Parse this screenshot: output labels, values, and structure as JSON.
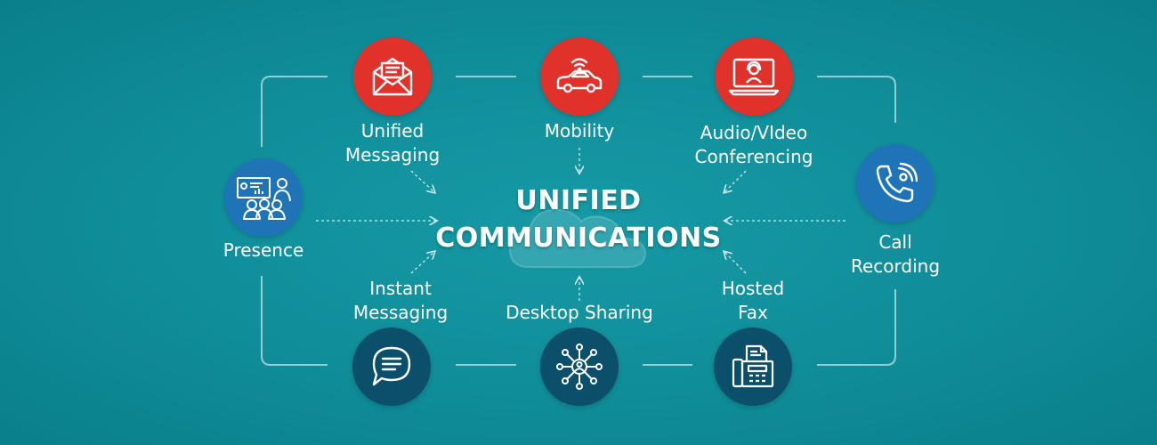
{
  "title": {
    "line1": "UNIFIED",
    "line2": "COMMUNICATIONS"
  },
  "colors": {
    "background": "#0e8a96",
    "red_node": "#e0312b",
    "blue_node": "#1f74b8",
    "dark_node": "#0c4f6b",
    "lines": "#bfe3e6"
  },
  "features": {
    "unified_messaging": {
      "line1": "Unified",
      "line2": "Messaging",
      "icon": "envelope-icon"
    },
    "mobility": {
      "line1": "Mobility",
      "icon": "car-wireless-icon"
    },
    "audio_video_conferencing": {
      "line1": "Audio/VIdeo",
      "line2": "Conferencing",
      "icon": "laptop-headset-icon"
    },
    "presence": {
      "line1": "Presence",
      "icon": "presentation-group-icon"
    },
    "call_recording": {
      "line1": "Call",
      "line2": "Recording",
      "icon": "phone-ringing-icon"
    },
    "instant_messaging": {
      "line1": "Instant",
      "line2": "Messaging",
      "icon": "chat-bubble-icon"
    },
    "desktop_sharing": {
      "line1": "Desktop Sharing",
      "icon": "network-share-icon"
    },
    "hosted_fax": {
      "line1": "Hosted",
      "line2": "Fax",
      "icon": "fax-machine-icon"
    }
  }
}
